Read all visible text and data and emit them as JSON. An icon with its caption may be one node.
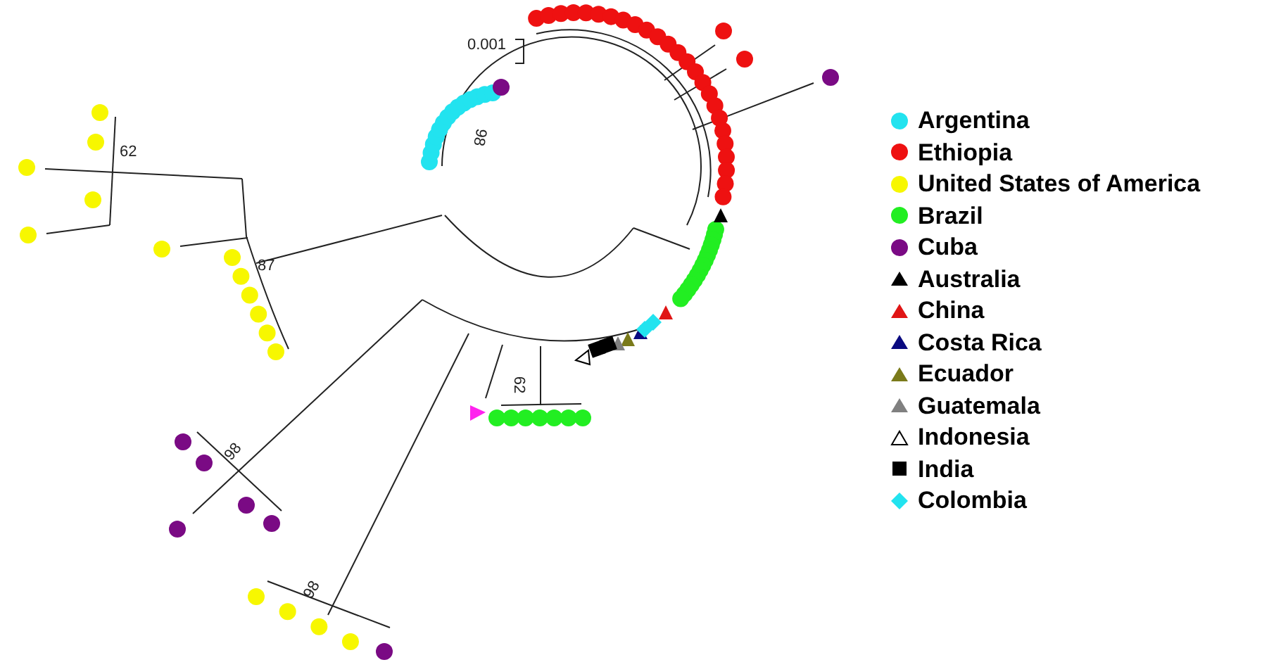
{
  "diagram": {
    "labels": [
      "0.001",
      "62",
      "98",
      "87",
      "62",
      "98",
      "98"
    ],
    "legend": [
      {
        "text": "Argentina",
        "color": "#22e3ef"
      },
      {
        "text": "Ethiopia",
        "color": "#ee1111"
      },
      {
        "text": "United States of America",
        "color": "#f7f700"
      },
      {
        "text": "Brazil",
        "color": "#22ee22"
      },
      {
        "text": "Cuba",
        "color": "#7a0a84"
      },
      {
        "text": "Australia",
        "color": "#000000"
      },
      {
        "text": "China",
        "color": "#e01515"
      },
      {
        "text": "Costa Rica",
        "color": "#0a0a80"
      },
      {
        "text": "Ecuador",
        "color": "#7a7a1a"
      },
      {
        "text": "Guatemala",
        "color": "#808080"
      },
      {
        "text": "Indonesia"
      },
      {
        "text": "India",
        "color": "#000000"
      },
      {
        "text": "Colombia",
        "color": "#22e3ef"
      }
    ]
  }
}
